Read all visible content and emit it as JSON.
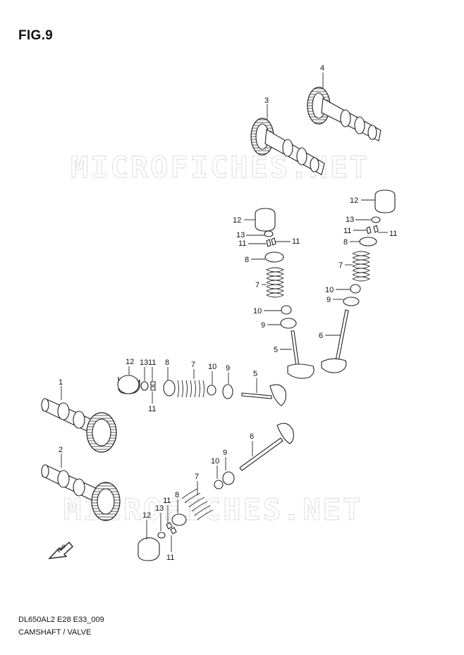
{
  "figure_title": "FIG.9",
  "model_code": "DL650AL2 E28 E33_009",
  "caption": "CAMSHAFT / VALVE",
  "watermark": "MICROFICHES.NET",
  "fwd_label": "FWD",
  "callouts": {
    "cam1": "1",
    "cam2": "2",
    "cam3": "3",
    "cam4": "4",
    "v_ex_top": "5",
    "v_in_top": "6",
    "v_mid": "5",
    "v_low": "6",
    "spr_a": "7",
    "spr_b": "7",
    "spr_c": "7",
    "spr_d": "7",
    "ret_a": "8",
    "ret_b": "8",
    "ret_c": "8",
    "ret_d": "8",
    "seat_a": "9",
    "seat_b": "9",
    "seat_c": "9",
    "seat_d": "9",
    "seal_a": "10",
    "seal_b": "10",
    "seal_c": "10",
    "seal_d": "10",
    "cot_a1": "11",
    "cot_a2": "11",
    "cot_b1": "11",
    "cot_b2": "11",
    "cot_c1": "11",
    "cot_c2": "11",
    "cot_d1": "11",
    "cot_d2": "11",
    "tap_a": "12",
    "tap_b": "12",
    "tap_c": "12",
    "tap_d": "12",
    "shim_a": "13",
    "shim_b": "13",
    "shim_c": "13",
    "shim_d": "13"
  }
}
